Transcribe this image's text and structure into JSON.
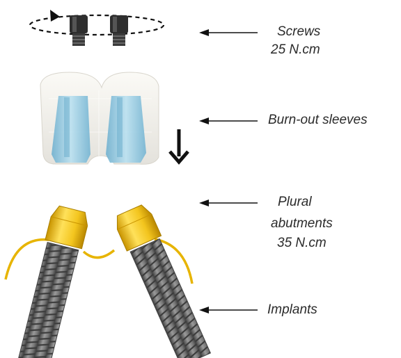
{
  "labels": {
    "screws": [
      "Screws",
      "25 N.cm"
    ],
    "sleeves": [
      "Burn-out sleeves"
    ],
    "abutments": [
      "Plural",
      "abutments",
      "35 N.cm"
    ],
    "implants": [
      "Implants"
    ]
  },
  "colors": {
    "screw": "#2e2e2e",
    "crown": "#f4f1ea",
    "sleeve": "#8fc6de",
    "abutment": "#f3c51e",
    "implant": "#6e6e6e",
    "gum_line": "#e7b400",
    "arrow": "#111111"
  },
  "icons": [
    "rotation-arrow-icon",
    "down-arrow-icon",
    "pointer-arrow-icon"
  ]
}
